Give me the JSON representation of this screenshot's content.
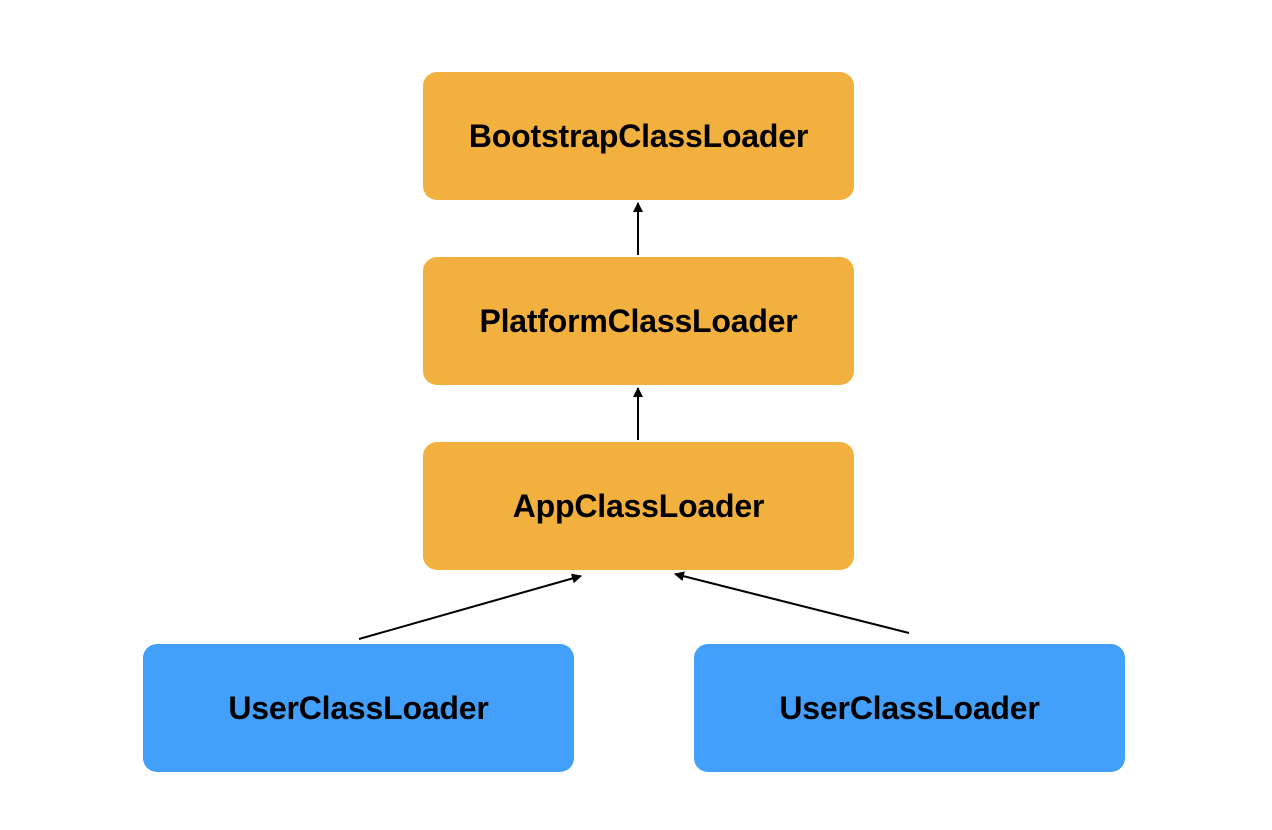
{
  "nodes": {
    "bootstrap": {
      "label": "BootstrapClassLoader"
    },
    "platform": {
      "label": "PlatformClassLoader"
    },
    "app": {
      "label": "AppClassLoader"
    },
    "user_1": {
      "label": "UserClassLoader"
    },
    "user_2": {
      "label": "UserClassLoader"
    }
  },
  "edges": [
    {
      "from": "platform",
      "to": "bootstrap"
    },
    {
      "from": "app",
      "to": "platform"
    },
    {
      "from": "user_1",
      "to": "app"
    },
    {
      "from": "user_2",
      "to": "app"
    }
  ],
  "colors": {
    "core_loader": "#f2b03e",
    "user_loader": "#42a0fa",
    "arrow": "#000000"
  }
}
